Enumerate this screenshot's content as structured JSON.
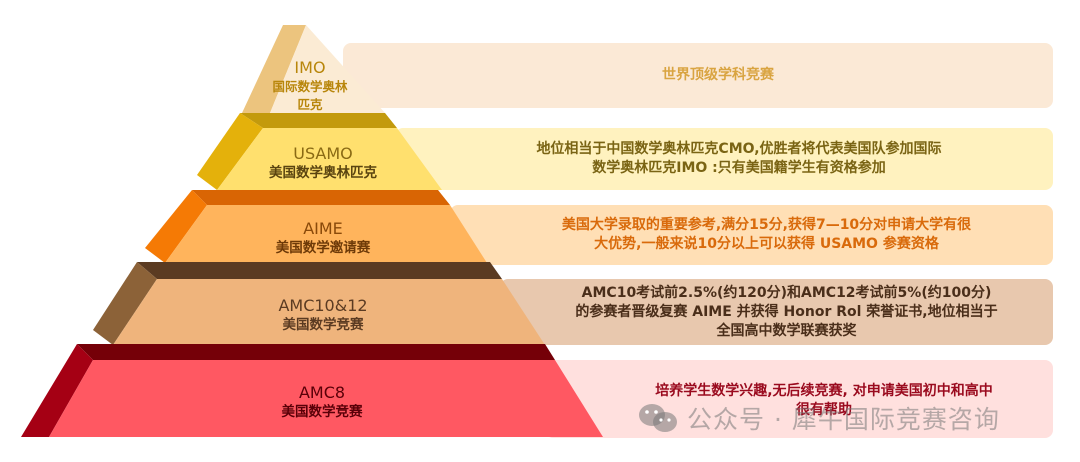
{
  "diagram": {
    "type": "pyramid",
    "tiers": [
      {
        "id": "imo",
        "name_en": "IMO",
        "name_zh_line1": "国际数学奥林",
        "name_zh_line2": "匹克",
        "description_lines": [
          "世界顶级学科竞赛"
        ],
        "colors": {
          "front": "#FBEBD4",
          "side": "#ECC47E",
          "top": "#ECC47E",
          "box": "#FBE9D6",
          "text": "#B8860B",
          "desc_text": "#D9A441"
        }
      },
      {
        "id": "usamo",
        "name_en": "USAMO",
        "name_zh": "美国数学奥林匹克",
        "description_lines": [
          "地位相当于中国数学奥林匹克CMO,优胜者将代表美国队参加国际",
          "数学奥林匹克IMO :只有美国籍学生有资格参加"
        ],
        "colors": {
          "front": "#FFE06E",
          "side": "#E4B10B",
          "top": "#C39A0C",
          "box": "#FFF2BF",
          "text": "#8A6A14",
          "desc_text": "#7A6414"
        }
      },
      {
        "id": "aime",
        "name_en": "AIME",
        "name_zh": "美国数学邀请赛",
        "description_lines": [
          "美国大学录取的重要参考,满分15分,获得7—10分对申请大学有很",
          "大优势,一般来说10分以上可以获得 USAMO 参赛资格"
        ],
        "colors": {
          "front": "#FFB45C",
          "side": "#F57A05",
          "top": "#D96504",
          "box": "#FFDFB5",
          "text": "#8A4A0A",
          "desc_text": "#D96A0B"
        }
      },
      {
        "id": "amc10-12",
        "name_en": "AMC10&12",
        "name_zh": "美国数学竞赛",
        "description_lines": [
          "AMC10考试前2.5%(约120分)和AMC12考试前5%(约100分)",
          "的参赛者晋级复赛 AIME 并获得 Honor Rol 荣誉证书,地位相当于",
          "全国高中数学联赛获奖"
        ],
        "colors": {
          "front": "#EFB47C",
          "side": "#8C6238",
          "top": "#5B3B22",
          "box": "#E8C8AE",
          "text": "#5B3B22",
          "desc_text": "#4A2E1A"
        }
      },
      {
        "id": "amc8",
        "name_en": "AMC8",
        "name_zh": "美国数学竞赛",
        "description_lines": [
          "培养学生数学兴趣,无后续竞赛, 对申请美国初中和高中",
          "很有帮助"
        ],
        "colors": {
          "front": "#FF5862",
          "side": "#A50014",
          "top": "#750008",
          "box": "#FFE0DE",
          "text": "#5A0008",
          "desc_text": "#9A0A1E"
        }
      }
    ]
  },
  "watermark": {
    "icon": "wechat-icon",
    "text": "公众号 · 犀牛国际竞赛咨询"
  }
}
